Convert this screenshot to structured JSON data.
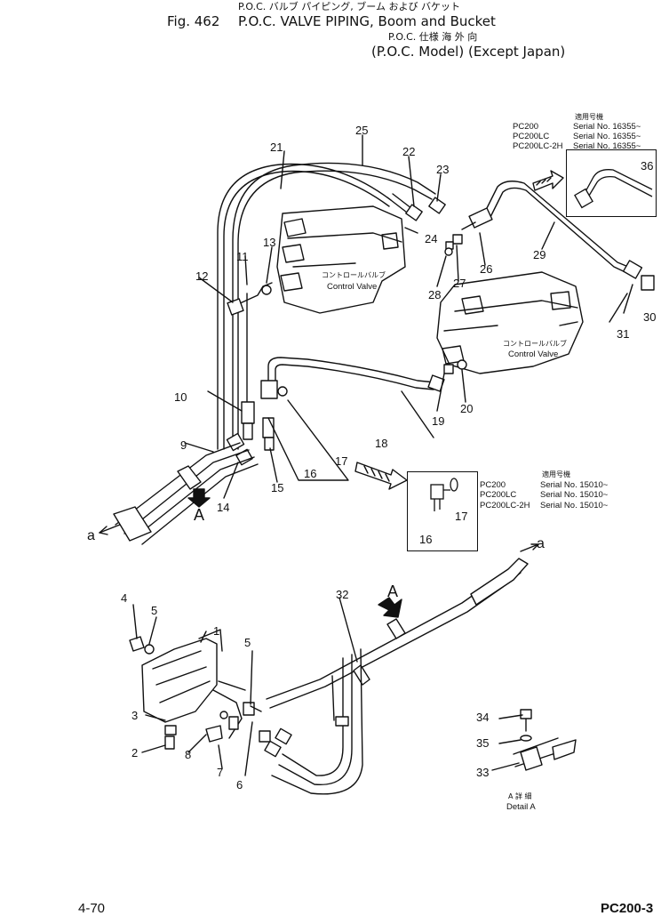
{
  "header": {
    "jp_line1": "P.O.C. バルブ パイピング, ブーム および バケット",
    "fig_label": "Fig. 462",
    "title": "P.O.C. VALVE PIPING, Boom and Bucket",
    "jp_line2": "P.O.C. 仕様       海  外  向",
    "subtitle": "(P.O.C. Model) (Except Japan)"
  },
  "upper_serial_box": {
    "heading": "適用号機",
    "rows": [
      {
        "model": "PC200",
        "serial": "Serial No. 16355~"
      },
      {
        "model": "PC200LC",
        "serial": "Serial No. 16355~"
      },
      {
        "model": "PC200LC-2H",
        "serial": "Serial No. 16355~"
      }
    ],
    "part": "36"
  },
  "lower_serial_box": {
    "heading": "適用号機",
    "rows": [
      {
        "model": "PC200",
        "serial": "Serial No. 15010~"
      },
      {
        "model": "PC200LC",
        "serial": "Serial No. 15010~"
      },
      {
        "model": "PC200LC-2H",
        "serial": "Serial No. 15010~"
      }
    ],
    "parts": [
      "17",
      "16"
    ]
  },
  "valve_labels": [
    {
      "jp": "コントロールバルブ",
      "en": "Control Valve"
    },
    {
      "jp": "コントロールバルブ",
      "en": "Control Valve"
    }
  ],
  "callouts": {
    "c1": "1",
    "c2": "2",
    "c3": "3",
    "c4": "4",
    "c5a": "5",
    "c5b": "5",
    "c6": "6",
    "c7": "7",
    "c8": "8",
    "c9": "9",
    "c10": "10",
    "c11": "11",
    "c12": "12",
    "c13": "13",
    "c14": "14",
    "c15": "15",
    "c16": "16",
    "c17": "17",
    "c18": "18",
    "c19": "19",
    "c20": "20",
    "c21": "21",
    "c22": "22",
    "c23": "23",
    "c24": "24",
    "c25": "25",
    "c26": "26",
    "c27": "27",
    "c28": "28",
    "c29": "29",
    "c30": "30",
    "c31": "31",
    "c32": "32",
    "c33": "33",
    "c34": "34",
    "c35": "35"
  },
  "refs": {
    "a_upper": "a",
    "a_lower": "a",
    "A_upper": "A",
    "A_lower": "A"
  },
  "detail": {
    "jp": "A 詳 細",
    "en": "Detail A"
  },
  "footer": {
    "page": "4-70",
    "model": "PC200-3"
  }
}
